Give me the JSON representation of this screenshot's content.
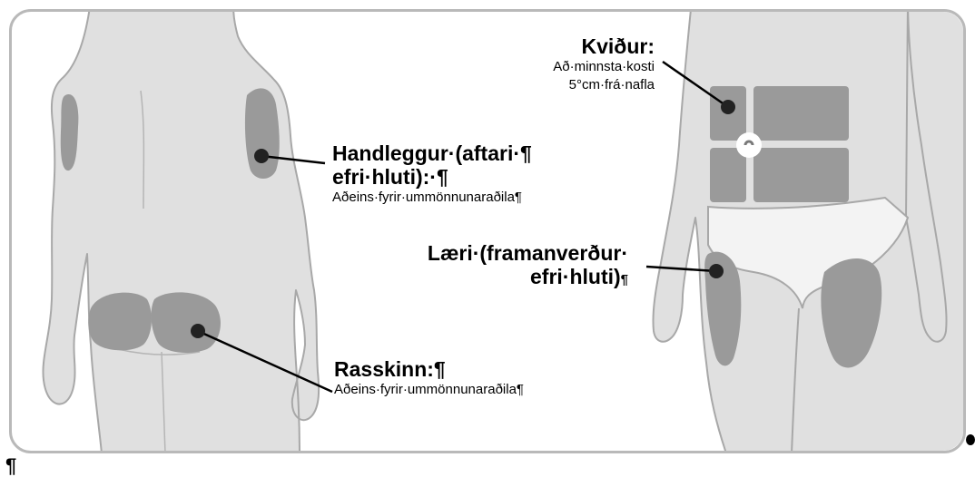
{
  "labels": {
    "abdomen": {
      "title": "Kviður:",
      "line1": "Að·minnsta·kosti",
      "line2": "5°cm·frá·nafla"
    },
    "arm": {
      "title1": "Handleggur·(aftari·¶",
      "title2": "efri·hluti):·¶",
      "sub": "Aðeins·fyrir·ummönnunaraðila¶"
    },
    "thigh": {
      "title1": "Læri·(framanverður·",
      "title2": "efri·hluti)",
      "mark": "¶"
    },
    "buttock": {
      "title": "Rasskinn:¶",
      "sub": "Aðeins·fyrir·ummönnunaraðila¶"
    }
  },
  "trailing_mark": "¶",
  "colors": {
    "skin": "#e0e0e0",
    "outline": "#a8a8a8",
    "zone": "#9a9a9a",
    "dot": "#222222",
    "leader": "#000000",
    "border": "#b9b9b9"
  }
}
